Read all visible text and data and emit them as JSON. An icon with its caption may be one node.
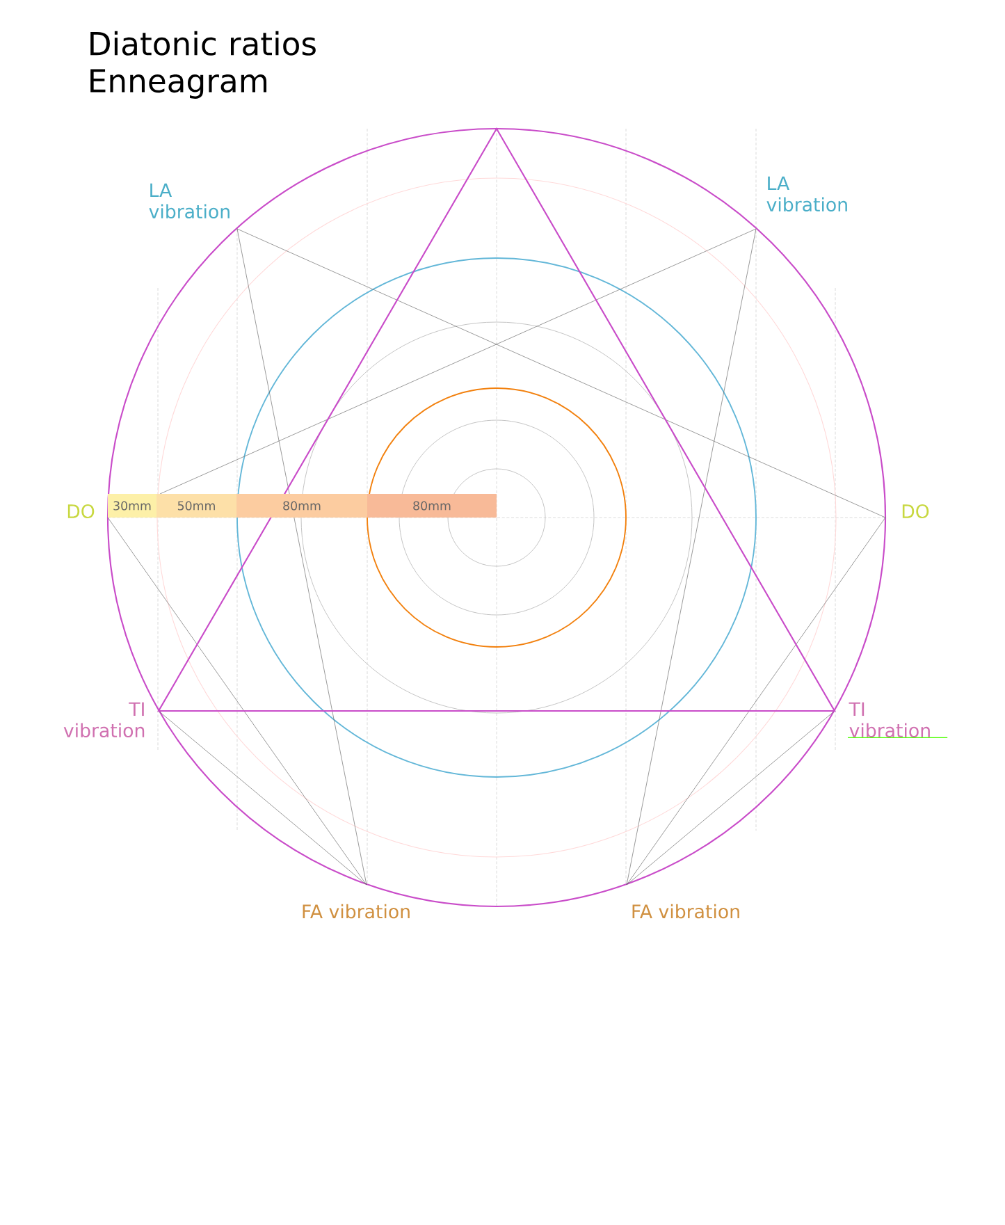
{
  "diagram": {
    "title": "Diatonic ratios Enneagram",
    "nodes": [
      {
        "text": [
          "30mm"
        ]
      },
      {
        "text": [
          "50mm"
        ]
      },
      {
        "text": [
          "80mm"
        ]
      },
      {
        "text": [
          "80mm"
        ]
      }
    ],
    "labels": [
      "LA vibration",
      "LA vibration",
      "DO",
      "DO",
      "TI vibration",
      "TI vibration",
      "FA vibration",
      "FA vibration"
    ]
  }
}
